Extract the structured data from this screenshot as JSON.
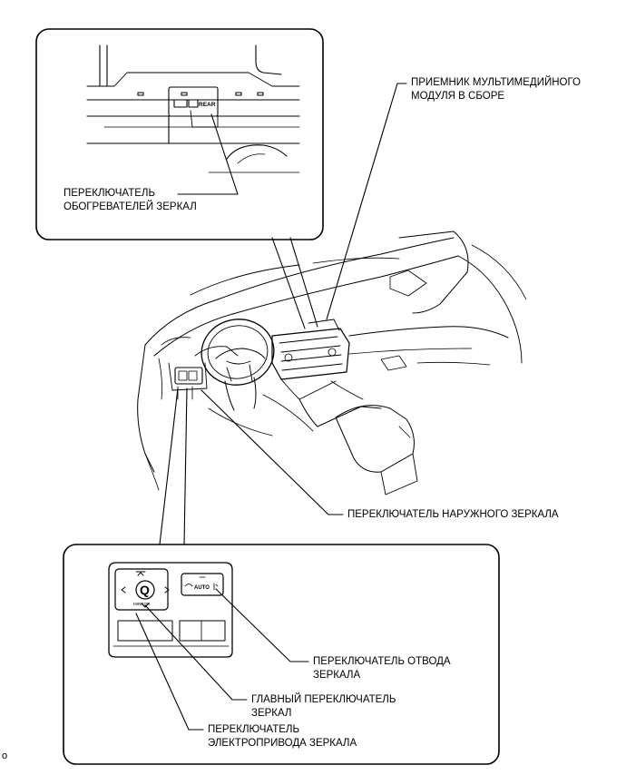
{
  "labels": {
    "multimedia_receiver": {
      "line1": "ПРИЕМНИК МУЛЬТИМЕДИЙНОГО",
      "line2": "МОДУЛЯ В СБОРЕ"
    },
    "mirror_heater_switch": {
      "line1": "ПЕРЕКЛЮЧАТЕЛЬ",
      "line2": "ОБОГРЕВАТЕЛЕЙ ЗЕРКАЛ"
    },
    "outer_mirror_switch": {
      "line1": "ПЕРЕКЛЮЧАТЕЛЬ НАРУЖНОГО ЗЕРКАЛА"
    },
    "mirror_retract_switch": {
      "line1": "ПЕРЕКЛЮЧАТЕЛЬ ОТВОДА",
      "line2": "ЗЕРКАЛА"
    },
    "main_mirror_switch": {
      "line1": "ГЛАВНЫЙ ПЕРЕКЛЮЧАТЕЛЬ",
      "line2": "ЗЕРКАЛ"
    },
    "mirror_drive_switch": {
      "line1": "ПЕРЕКЛЮЧАТЕЛЬ",
      "line2": "ЭЛЕКТРОПРИВОДА ЗЕРКАЛА"
    }
  },
  "inset_top": {
    "button_text": "REAR"
  },
  "inset_bottom": {
    "auto_text": "AUTO",
    "mirror_text": "MIRROR"
  },
  "figure_code": "o"
}
